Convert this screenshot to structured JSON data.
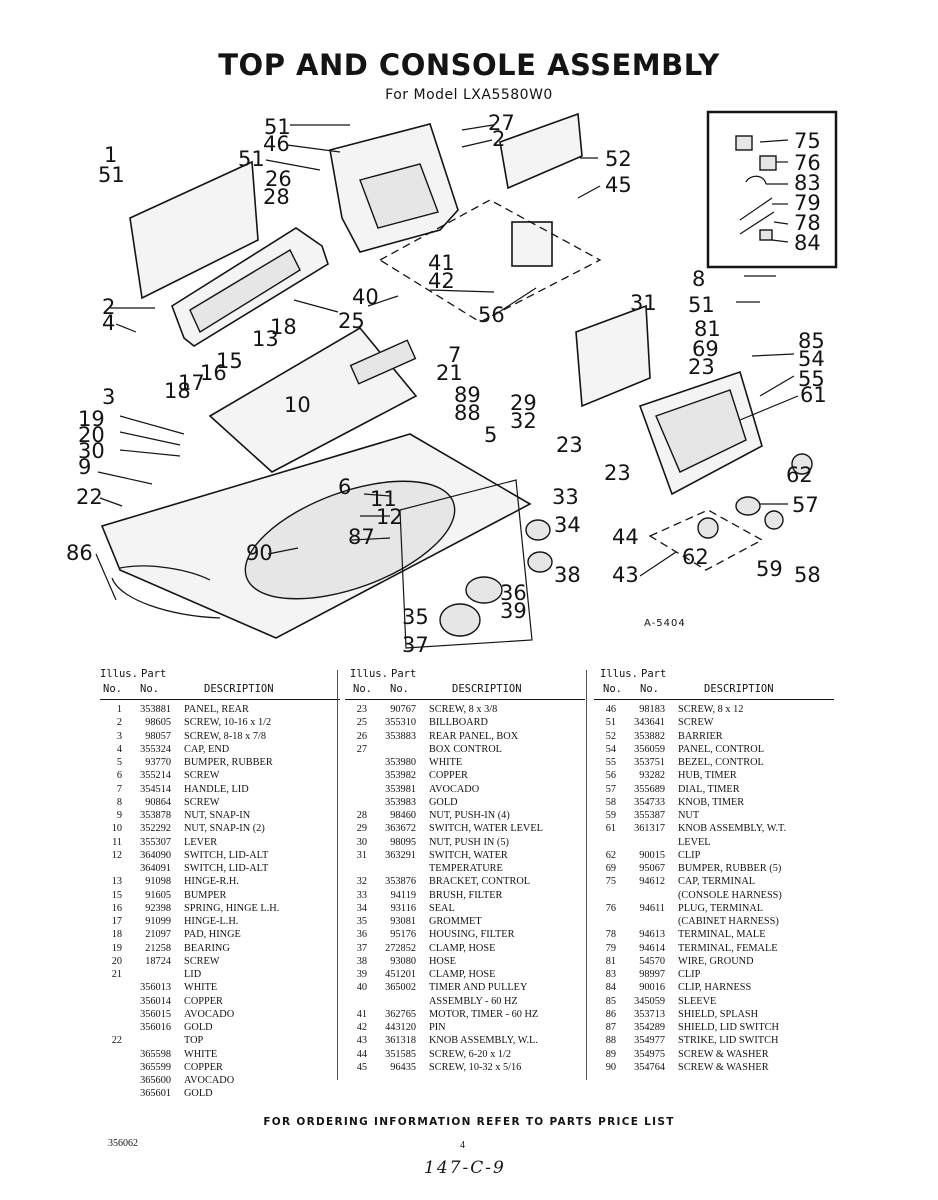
{
  "title": "TOP AND CONSOLE ASSEMBLY",
  "subtitle": "For Model LXA5580W0",
  "diagram_code": "A-5404",
  "callouts": [
    "1",
    "2",
    "3",
    "4",
    "5",
    "6",
    "7",
    "8",
    "9",
    "10",
    "11",
    "12",
    "13",
    "15",
    "16",
    "17",
    "18",
    "19",
    "20",
    "21",
    "22",
    "23",
    "25",
    "26",
    "27",
    "28",
    "29",
    "30",
    "31",
    "32",
    "33",
    "34",
    "35",
    "36",
    "37",
    "38",
    "39",
    "40",
    "41",
    "42",
    "43",
    "44",
    "45",
    "46",
    "51",
    "52",
    "54",
    "55",
    "56",
    "57",
    "58",
    "59",
    "61",
    "62",
    "69",
    "75",
    "76",
    "78",
    "79",
    "81",
    "83",
    "84",
    "85",
    "86",
    "87",
    "88",
    "89",
    "90"
  ],
  "table_header": {
    "illus": "Illus.",
    "part": "Part",
    "no": "No.",
    "part_no": "No.",
    "description": "DESCRIPTION"
  },
  "columns": [
    [
      [
        "1",
        "353881",
        "PANEL, REAR"
      ],
      [
        "2",
        "98605",
        "SCREW, 10-16 x 1/2"
      ],
      [
        "3",
        "98057",
        "SCREW, 8-18 x 7/8"
      ],
      [
        "4",
        "355324",
        "CAP, END"
      ],
      [
        "5",
        "93770",
        "BUMPER, RUBBER"
      ],
      [
        "6",
        "355214",
        "SCREW"
      ],
      [
        "7",
        "354514",
        "HANDLE, LID"
      ],
      [
        "8",
        "90864",
        "SCREW"
      ],
      [
        "9",
        "353878",
        "NUT, SNAP-IN"
      ],
      [
        "10",
        "352292",
        "NUT, SNAP-IN (2)"
      ],
      [
        "11",
        "355307",
        "LEVER"
      ],
      [
        "12",
        "364090",
        "SWITCH, LID-ALT"
      ],
      [
        "",
        "364091",
        "SWITCH, LID-ALT"
      ],
      [
        "13",
        "91098",
        "HINGE-R.H."
      ],
      [
        "15",
        "91605",
        "BUMPER"
      ],
      [
        "16",
        "92398",
        "SPRING, HINGE L.H."
      ],
      [
        "17",
        "91099",
        "HINGE-L.H."
      ],
      [
        "18",
        "21097",
        "PAD, HINGE"
      ],
      [
        "19",
        "21258",
        "BEARING"
      ],
      [
        "20",
        "18724",
        "SCREW"
      ],
      [
        "21",
        "",
        "LID"
      ],
      [
        "",
        "356013",
        "WHITE"
      ],
      [
        "",
        "356014",
        "COPPER"
      ],
      [
        "",
        "356015",
        "AVOCADO"
      ],
      [
        "",
        "356016",
        "GOLD"
      ],
      [
        "22",
        "",
        "TOP"
      ],
      [
        "",
        "365598",
        "WHITE"
      ],
      [
        "",
        "365599",
        "COPPER"
      ],
      [
        "",
        "365600",
        "AVOCADO"
      ],
      [
        "",
        "365601",
        "GOLD"
      ]
    ],
    [
      [
        "23",
        "90767",
        "SCREW, 8 x 3/8"
      ],
      [
        "25",
        "355310",
        "BILLBOARD"
      ],
      [
        "26",
        "353883",
        "REAR PANEL, BOX"
      ],
      [
        "27",
        "",
        "BOX CONTROL"
      ],
      [
        "",
        "353980",
        "WHITE"
      ],
      [
        "",
        "353982",
        "COPPER"
      ],
      [
        "",
        "353981",
        "AVOCADO"
      ],
      [
        "",
        "353983",
        "GOLD"
      ],
      [
        "28",
        "98460",
        "NUT, PUSH-IN (4)"
      ],
      [
        "29",
        "363672",
        "SWITCH, WATER LEVEL"
      ],
      [
        "30",
        "98095",
        "NUT, PUSH IN (5)"
      ],
      [
        "31",
        "363291",
        "SWITCH, WATER"
      ],
      [
        "",
        "",
        "TEMPERATURE"
      ],
      [
        "32",
        "353876",
        "BRACKET, CONTROL"
      ],
      [
        "33",
        "94119",
        "BRUSH, FILTER"
      ],
      [
        "34",
        "93116",
        "SEAL"
      ],
      [
        "35",
        "93081",
        "GROMMET"
      ],
      [
        "36",
        "95176",
        "HOUSING, FILTER"
      ],
      [
        "37",
        "272852",
        "CLAMP, HOSE"
      ],
      [
        "38",
        "93080",
        "HOSE"
      ],
      [
        "39",
        "451201",
        "CLAMP, HOSE"
      ],
      [
        "40",
        "365002",
        "TIMER AND PULLEY"
      ],
      [
        "",
        "",
        "ASSEMBLY - 60 HZ"
      ],
      [
        "41",
        "362765",
        "MOTOR, TIMER - 60 HZ"
      ],
      [
        "42",
        "443120",
        "PIN"
      ],
      [
        "43",
        "361318",
        "KNOB ASSEMBLY, W.L."
      ],
      [
        "44",
        "351585",
        "SCREW, 6-20 x 1/2"
      ],
      [
        "45",
        "96435",
        "SCREW, 10-32 x 5/16"
      ]
    ],
    [
      [
        "46",
        "98183",
        "SCREW, 8 x 12"
      ],
      [
        "51",
        "343641",
        "SCREW"
      ],
      [
        "52",
        "353882",
        "BARRIER"
      ],
      [
        "54",
        "356059",
        "PANEL, CONTROL"
      ],
      [
        "55",
        "353751",
        "BEZEL, CONTROL"
      ],
      [
        "56",
        "93282",
        "HUB, TIMER"
      ],
      [
        "57",
        "355689",
        "DIAL, TIMER"
      ],
      [
        "58",
        "354733",
        "KNOB, TIMER"
      ],
      [
        "59",
        "355387",
        "NUT"
      ],
      [
        "61",
        "361317",
        "KNOB ASSEMBLY, W.T."
      ],
      [
        "",
        "",
        "LEVEL"
      ],
      [
        "62",
        "90015",
        "CLIP"
      ],
      [
        "69",
        "95067",
        "BUMPER, RUBBER (5)"
      ],
      [
        "75",
        "94612",
        "CAP, TERMINAL"
      ],
      [
        "",
        "",
        "(CONSOLE HARNESS)"
      ],
      [
        "76",
        "94611",
        "PLUG, TERMINAL"
      ],
      [
        "",
        "",
        "(CABINET HARNESS)"
      ],
      [
        "78",
        "94613",
        "TERMINAL, MALE"
      ],
      [
        "79",
        "94614",
        "TERMINAL, FEMALE"
      ],
      [
        "81",
        "54570",
        "WIRE, GROUND"
      ],
      [
        "83",
        "98997",
        "CLIP"
      ],
      [
        "84",
        "90016",
        "CLIP, HARNESS"
      ],
      [
        "85",
        "345059",
        "SLEEVE"
      ],
      [
        "86",
        "353713",
        "SHIELD, SPLASH"
      ],
      [
        "87",
        "354289",
        "SHIELD, LID SWITCH"
      ],
      [
        "88",
        "354977",
        "STRIKE, LID SWITCH"
      ],
      [
        "89",
        "354975",
        "SCREW & WASHER"
      ],
      [
        "90",
        "354764",
        "SCREW & WASHER"
      ]
    ]
  ],
  "footer": "FOR ORDERING INFORMATION REFER TO PARTS PRICE LIST",
  "doc_number": "356062",
  "page_number": "4",
  "handwritten_note": "147-C-9"
}
